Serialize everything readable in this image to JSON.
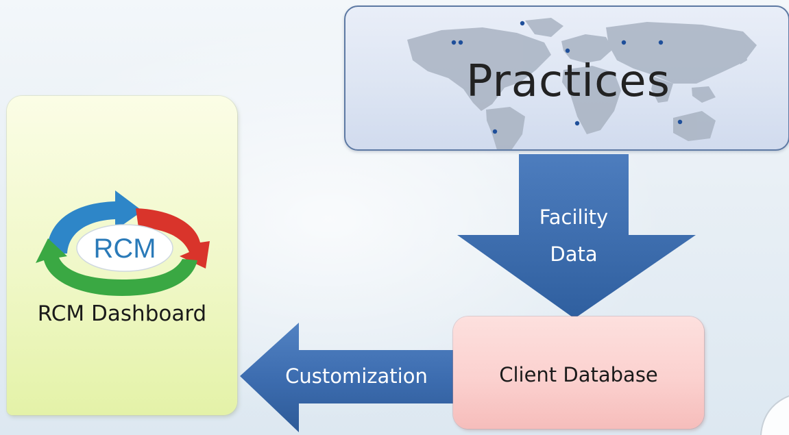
{
  "practices": {
    "title": "Practices"
  },
  "flow": {
    "facility_data": [
      "Facility",
      "Data"
    ],
    "customization": "Customization"
  },
  "client_database": {
    "label": "Client Database"
  },
  "dashboard": {
    "label": "RCM Dashboard",
    "logo_text": "RCM"
  },
  "colors": {
    "arrow_blue": "#3e6fb0",
    "box_border": "#5d79a3",
    "dashboard_fill": "#f0f8c8",
    "client_fill": "#fbd1cf",
    "logo_blue": "#2e86c8",
    "logo_red": "#d9342b",
    "logo_green": "#3aa843"
  }
}
